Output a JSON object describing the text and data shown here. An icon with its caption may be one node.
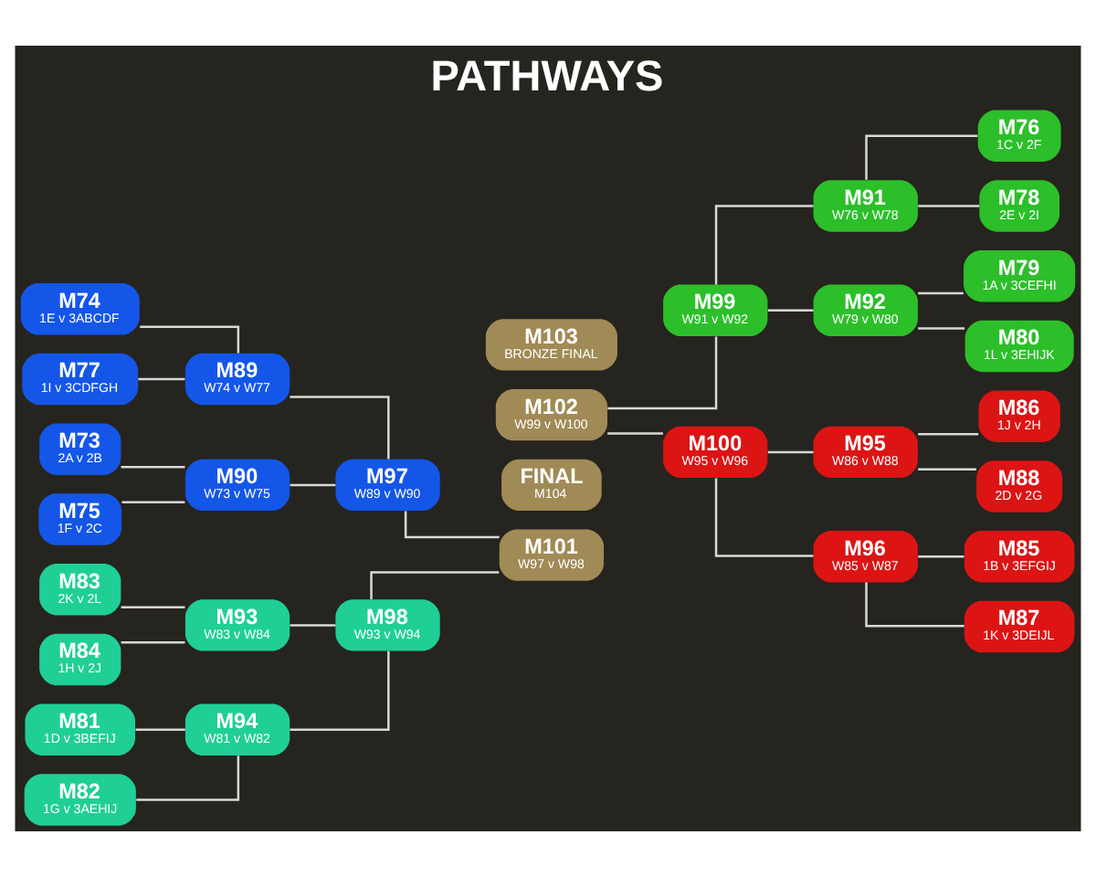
{
  "diagram": {
    "title": "PATHWAYS",
    "nodes": [
      {
        "text": [
          "M74",
          "1E v 3ABCDF"
        ]
      },
      {
        "text": [
          "M77",
          "1I v 3CDFGH"
        ]
      },
      {
        "text": [
          "M73",
          "2A v 2B"
        ]
      },
      {
        "text": [
          "M75",
          "1F v 2C"
        ]
      },
      {
        "text": [
          "M89",
          "W74 v W77"
        ]
      },
      {
        "text": [
          "M90",
          "W73 v W75"
        ]
      },
      {
        "text": [
          "M97",
          "W89 v W90"
        ]
      },
      {
        "text": [
          "M83",
          "2K v 2L"
        ]
      },
      {
        "text": [
          "M84",
          "1H v 2J"
        ]
      },
      {
        "text": [
          "M81",
          "1D v 3BEFIJ"
        ]
      },
      {
        "text": [
          "M82",
          "1G v 3AEHIJ"
        ]
      },
      {
        "text": [
          "M93",
          "W83 v W84"
        ]
      },
      {
        "text": [
          "M94",
          "W81 v W82"
        ]
      },
      {
        "text": [
          "M98",
          "W93 v W94"
        ]
      },
      {
        "text": [
          "M101",
          "W97 v W98"
        ]
      },
      {
        "text": [
          "FINAL",
          "M104"
        ]
      },
      {
        "text": [
          "M102",
          "W99 v W100"
        ]
      },
      {
        "text": [
          "M103",
          "BRONZE FINAL"
        ]
      },
      {
        "text": [
          "M99",
          "W91 v W92"
        ]
      },
      {
        "text": [
          "M91",
          "W76 v W78"
        ]
      },
      {
        "text": [
          "M92",
          "W79 v W80"
        ]
      },
      {
        "text": [
          "M76",
          "1C v 2F"
        ]
      },
      {
        "text": [
          "M78",
          "2E v 2I"
        ]
      },
      {
        "text": [
          "M79",
          "1A v 3CEFHI"
        ]
      },
      {
        "text": [
          "M80",
          "1L v 3EHIJK"
        ]
      },
      {
        "text": [
          "M100",
          "W95 v W96"
        ]
      },
      {
        "text": [
          "M95",
          "W86 v W88"
        ]
      },
      {
        "text": [
          "M96",
          "W85 v W87"
        ]
      },
      {
        "text": [
          "M86",
          "1J v 2H"
        ]
      },
      {
        "text": [
          "M88",
          "2D v 2G"
        ]
      },
      {
        "text": [
          "M85",
          "1B v 3EFGIJ"
        ]
      },
      {
        "text": [
          "M87",
          "1K v 3DEIJL"
        ]
      }
    ],
    "edges": [
      {
        "from": 0,
        "to": 4,
        "arrow": "none"
      },
      {
        "from": 1,
        "to": 4,
        "arrow": "none"
      },
      {
        "from": 2,
        "to": 5,
        "arrow": "none"
      },
      {
        "from": 3,
        "to": 5,
        "arrow": "none"
      },
      {
        "from": 4,
        "to": 6,
        "arrow": "none"
      },
      {
        "from": 5,
        "to": 6,
        "arrow": "none"
      },
      {
        "from": 7,
        "to": 11,
        "arrow": "none"
      },
      {
        "from": 8,
        "to": 11,
        "arrow": "none"
      },
      {
        "from": 9,
        "to": 12,
        "arrow": "none"
      },
      {
        "from": 10,
        "to": 12,
        "arrow": "none"
      },
      {
        "from": 11,
        "to": 13,
        "arrow": "none"
      },
      {
        "from": 12,
        "to": 13,
        "arrow": "none"
      },
      {
        "from": 6,
        "to": 14,
        "arrow": "none"
      },
      {
        "from": 13,
        "to": 14,
        "arrow": "none"
      },
      {
        "from": 21,
        "to": 19,
        "arrow": "none"
      },
      {
        "from": 22,
        "to": 19,
        "arrow": "none"
      },
      {
        "from": 23,
        "to": 20,
        "arrow": "none"
      },
      {
        "from": 24,
        "to": 20,
        "arrow": "none"
      },
      {
        "from": 19,
        "to": 18,
        "arrow": "none"
      },
      {
        "from": 20,
        "to": 18,
        "arrow": "none"
      },
      {
        "from": 28,
        "to": 26,
        "arrow": "none"
      },
      {
        "from": 29,
        "to": 26,
        "arrow": "none"
      },
      {
        "from": 30,
        "to": 27,
        "arrow": "none"
      },
      {
        "from": 31,
        "to": 27,
        "arrow": "none"
      },
      {
        "from": 26,
        "to": 25,
        "arrow": "none"
      },
      {
        "from": 27,
        "to": 25,
        "arrow": "none"
      },
      {
        "from": 18,
        "to": 16,
        "arrow": "none"
      },
      {
        "from": 25,
        "to": 16,
        "arrow": "none"
      }
    ]
  }
}
